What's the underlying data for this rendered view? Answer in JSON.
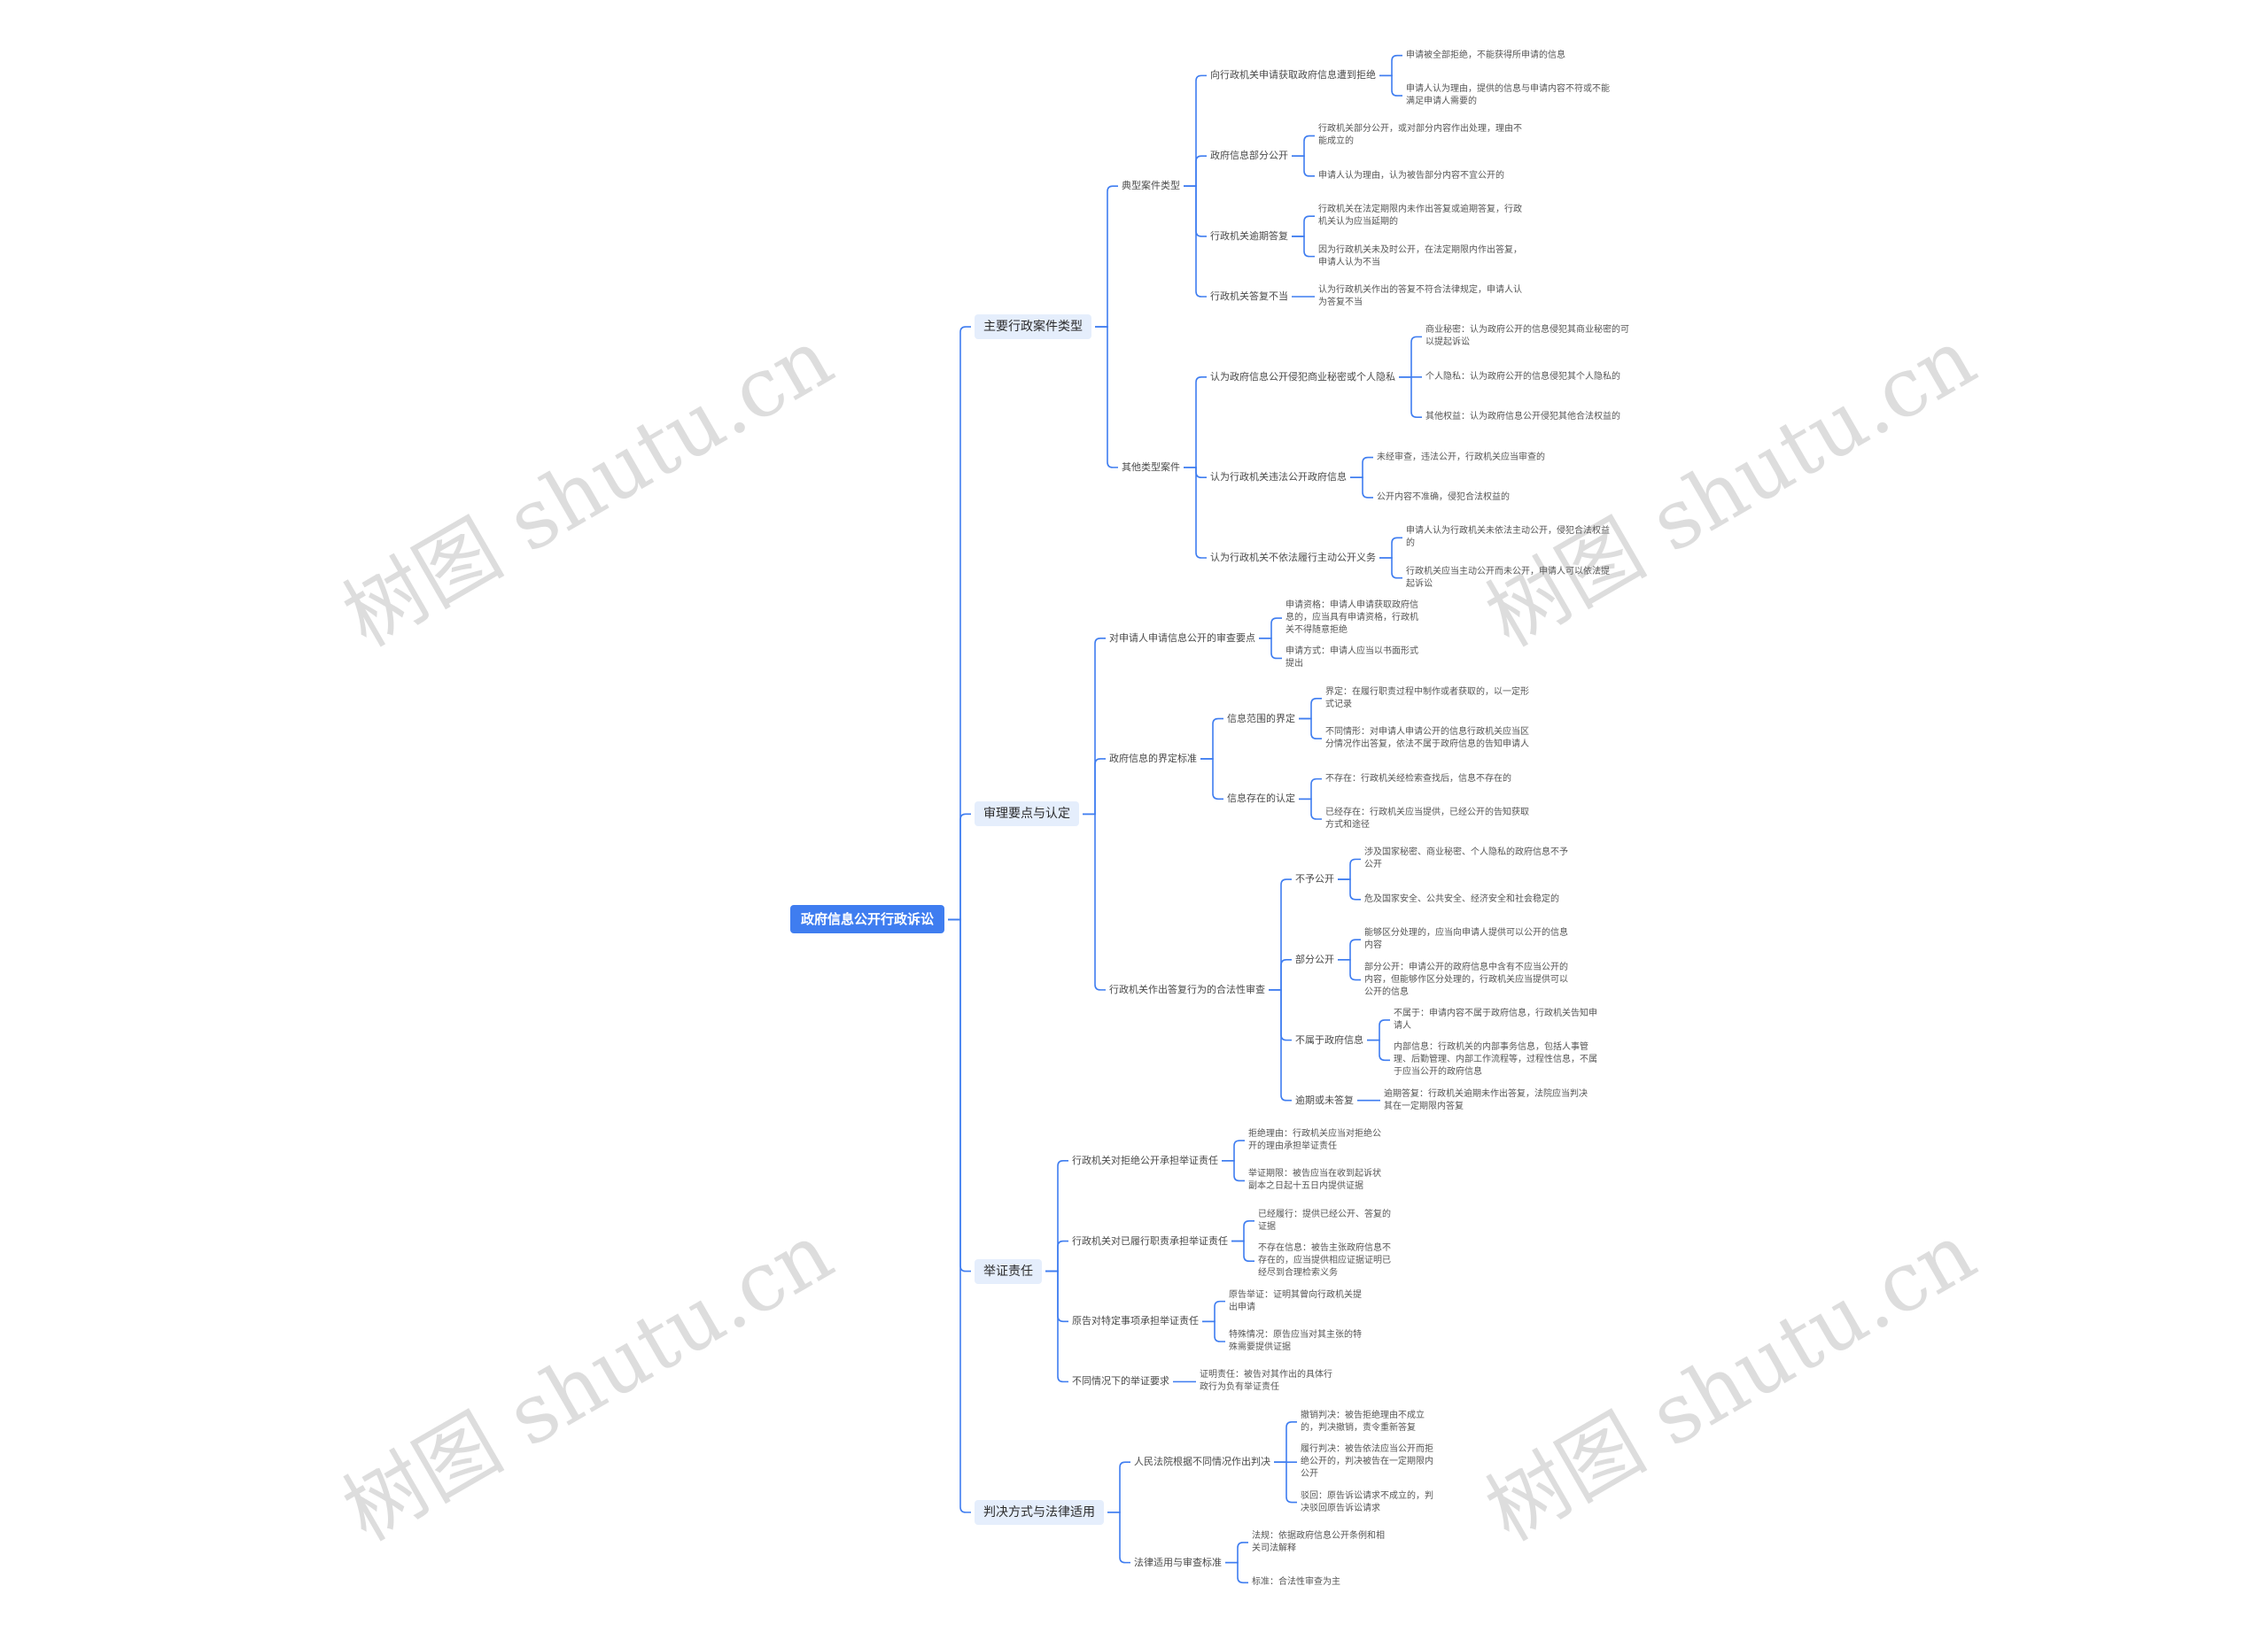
{
  "root": "政府信息公开行政诉讼",
  "nodes": [
    {
      "id": "c1",
      "parent": "root",
      "text": "主要行政案件类型"
    },
    {
      "id": "c1a",
      "parent": "c1",
      "text": "典型案件类型"
    },
    {
      "id": "c1a1",
      "parent": "c1a",
      "text": "向行政机关申请获取政府信息遭到拒绝"
    },
    {
      "id": "c1a1a",
      "parent": "c1a1",
      "text": "申请被全部拒绝，不能获得所申请的信息"
    },
    {
      "id": "c1a1b",
      "parent": "c1a1",
      "text": "申请人认为理由，提供的信息与申请内容不符或不能满足申请人需要的"
    },
    {
      "id": "c1a2",
      "parent": "c1a",
      "text": "政府信息部分公开"
    },
    {
      "id": "c1a2a",
      "parent": "c1a2",
      "text": "行政机关部分公开，或对部分内容作出处理，理由不能成立的"
    },
    {
      "id": "c1a2b",
      "parent": "c1a2",
      "text": "申请人认为理由，认为被告部分内容不宜公开的"
    },
    {
      "id": "c1a3",
      "parent": "c1a",
      "text": "行政机关逾期答复"
    },
    {
      "id": "c1a3a",
      "parent": "c1a3",
      "text": "行政机关在法定期限内未作出答复或逾期答复，行政机关认为应当延期的"
    },
    {
      "id": "c1a3b",
      "parent": "c1a3",
      "text": "因为行政机关未及时公开，在法定期限内作出答复，申请人认为不当"
    },
    {
      "id": "c1a4",
      "parent": "c1a",
      "text": "行政机关答复不当"
    },
    {
      "id": "c1a4a",
      "parent": "c1a4",
      "text": "认为行政机关作出的答复不符合法律规定，申请人认为答复不当"
    },
    {
      "id": "c1b",
      "parent": "c1",
      "text": "其他类型案件"
    },
    {
      "id": "c1b1",
      "parent": "c1b",
      "text": "认为政府信息公开侵犯商业秘密或个人隐私"
    },
    {
      "id": "c1b1a",
      "parent": "c1b1",
      "text": "商业秘密：认为政府公开的信息侵犯其商业秘密的可以提起诉讼"
    },
    {
      "id": "c1b1b",
      "parent": "c1b1",
      "text": "个人隐私：认为政府公开的信息侵犯其个人隐私的"
    },
    {
      "id": "c1b1c",
      "parent": "c1b1",
      "text": "其他权益：认为政府信息公开侵犯其他合法权益的"
    },
    {
      "id": "c1b2",
      "parent": "c1b",
      "text": "认为行政机关违法公开政府信息"
    },
    {
      "id": "c1b2a",
      "parent": "c1b2",
      "text": "未经审查，违法公开，行政机关应当审查的"
    },
    {
      "id": "c1b2b",
      "parent": "c1b2",
      "text": "公开内容不准确，侵犯合法权益的"
    },
    {
      "id": "c1b3",
      "parent": "c1b",
      "text": "认为行政机关不依法履行主动公开义务"
    },
    {
      "id": "c1b3a",
      "parent": "c1b3",
      "text": "申请人认为行政机关未依法主动公开，侵犯合法权益的"
    },
    {
      "id": "c1b3b",
      "parent": "c1b3",
      "text": "行政机关应当主动公开而未公开，申请人可以依法提起诉讼"
    },
    {
      "id": "c2",
      "parent": "root",
      "text": "审理要点与认定"
    },
    {
      "id": "c2a",
      "parent": "c2",
      "text": "对申请人申请信息公开的审查要点"
    },
    {
      "id": "c2a1",
      "parent": "c2a",
      "text": "申请资格：申请人申请获取政府信息的，应当具有申请资格，行政机关不得随意拒绝"
    },
    {
      "id": "c2a2",
      "parent": "c2a",
      "text": "申请方式：申请人应当以书面形式提出"
    },
    {
      "id": "c2b",
      "parent": "c2",
      "text": "政府信息的界定标准"
    },
    {
      "id": "c2b1",
      "parent": "c2b",
      "text": "信息范围的界定"
    },
    {
      "id": "c2b1a",
      "parent": "c2b1",
      "text": "界定：在履行职责过程中制作或者获取的，以一定形式记录"
    },
    {
      "id": "c2b1b",
      "parent": "c2b1",
      "text": "不同情形：对申请人申请公开的信息行政机关应当区分情况作出答复，依法不属于政府信息的告知申请人"
    },
    {
      "id": "c2b2",
      "parent": "c2b",
      "text": "信息存在的认定"
    },
    {
      "id": "c2b2a",
      "parent": "c2b2",
      "text": "不存在：行政机关经检索查找后，信息不存在的"
    },
    {
      "id": "c2b2b",
      "parent": "c2b2",
      "text": "已经存在：行政机关应当提供，已经公开的告知获取方式和途径"
    },
    {
      "id": "c2c",
      "parent": "c2",
      "text": "行政机关作出答复行为的合法性审查"
    },
    {
      "id": "c2c1",
      "parent": "c2c",
      "text": "不予公开"
    },
    {
      "id": "c2c1a",
      "parent": "c2c1",
      "text": "涉及国家秘密、商业秘密、个人隐私的政府信息不予公开"
    },
    {
      "id": "c2c1b",
      "parent": "c2c1",
      "text": "危及国家安全、公共安全、经济安全和社会稳定的"
    },
    {
      "id": "c2c2",
      "parent": "c2c",
      "text": "部分公开"
    },
    {
      "id": "c2c2a",
      "parent": "c2c2",
      "text": "能够区分处理的，应当向申请人提供可以公开的信息内容"
    },
    {
      "id": "c2c2b",
      "parent": "c2c2",
      "text": "部分公开：申请公开的政府信息中含有不应当公开的内容，但能够作区分处理的，行政机关应当提供可以公开的信息"
    },
    {
      "id": "c2c3",
      "parent": "c2c",
      "text": "不属于政府信息"
    },
    {
      "id": "c2c3a",
      "parent": "c2c3",
      "text": "不属于：申请内容不属于政府信息，行政机关告知申请人"
    },
    {
      "id": "c2c3b",
      "parent": "c2c3",
      "text": "内部信息：行政机关的内部事务信息，包括人事管理、后勤管理、内部工作流程等，过程性信息，不属于应当公开的政府信息"
    },
    {
      "id": "c2c4",
      "parent": "c2c",
      "text": "逾期或未答复"
    },
    {
      "id": "c2c4a",
      "parent": "c2c4",
      "text": "逾期答复：行政机关逾期未作出答复，法院应当判决其在一定期限内答复"
    },
    {
      "id": "c3",
      "parent": "root",
      "text": "举证责任"
    },
    {
      "id": "c3a",
      "parent": "c3",
      "text": "行政机关对拒绝公开承担举证责任"
    },
    {
      "id": "c3a1",
      "parent": "c3a",
      "text": "拒绝理由：行政机关应当对拒绝公开的理由承担举证责任"
    },
    {
      "id": "c3a2",
      "parent": "c3a",
      "text": "举证期限：被告应当在收到起诉状副本之日起十五日内提供证据"
    },
    {
      "id": "c3b",
      "parent": "c3",
      "text": "行政机关对已履行职责承担举证责任"
    },
    {
      "id": "c3b1",
      "parent": "c3b",
      "text": "已经履行：提供已经公开、答复的证据"
    },
    {
      "id": "c3b2",
      "parent": "c3b",
      "text": "不存在信息：被告主张政府信息不存在的，应当提供相应证据证明已经尽到合理检索义务"
    },
    {
      "id": "c3c",
      "parent": "c3",
      "text": "原告对特定事项承担举证责任"
    },
    {
      "id": "c3c1",
      "parent": "c3c",
      "text": "原告举证：证明其曾向行政机关提出申请"
    },
    {
      "id": "c3c2",
      "parent": "c3c",
      "text": "特殊情况：原告应当对其主张的特殊需要提供证据"
    },
    {
      "id": "c3d",
      "parent": "c3",
      "text": "不同情况下的举证要求"
    },
    {
      "id": "c3d1",
      "parent": "c3d",
      "text": "证明责任：被告对其作出的具体行政行为负有举证责任"
    },
    {
      "id": "c4",
      "parent": "root",
      "text": "判决方式与法律适用"
    },
    {
      "id": "c4a",
      "parent": "c4",
      "text": "人民法院根据不同情况作出判决"
    },
    {
      "id": "c4a1",
      "parent": "c4a",
      "text": "撤销判决：被告拒绝理由不成立的，判决撤销，责令重新答复"
    },
    {
      "id": "c4a2",
      "parent": "c4a",
      "text": "履行判决：被告依法应当公开而拒绝公开的，判决被告在一定期限内公开"
    },
    {
      "id": "c4a3",
      "parent": "c4a",
      "text": "驳回：原告诉讼请求不成立的，判决驳回原告诉讼请求"
    },
    {
      "id": "c4b",
      "parent": "c4",
      "text": "法律适用与审查标准"
    },
    {
      "id": "c4b1",
      "parent": "c4b",
      "text": "法规：依据政府信息公开条例和相关司法解释"
    },
    {
      "id": "c4b2",
      "parent": "c4b",
      "text": "标准：合法性审查为主"
    }
  ]
}
